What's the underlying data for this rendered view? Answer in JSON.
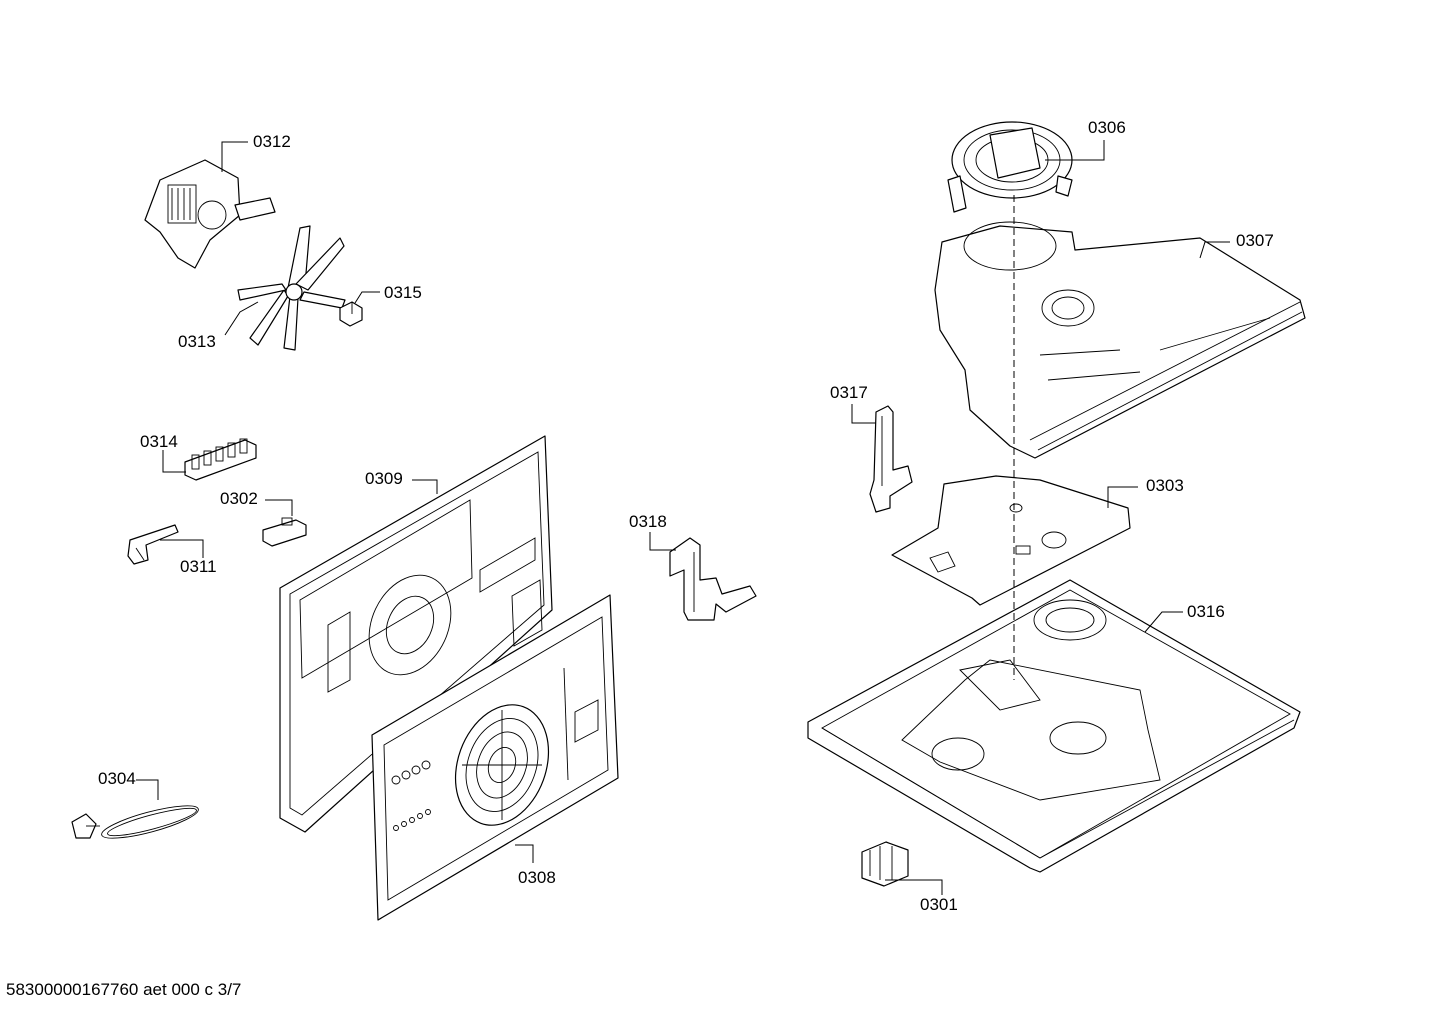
{
  "callouts": {
    "p0301": "0301",
    "p0302": "0302",
    "p0303": "0303",
    "p0304": "0304",
    "p0306": "0306",
    "p0307": "0307",
    "p0308": "0308",
    "p0309": "0309",
    "p0311": "0311",
    "p0312": "0312",
    "p0313": "0313",
    "p0314": "0314",
    "p0315": "0315",
    "p0316": "0316",
    "p0317": "0317",
    "p0318": "0318"
  },
  "footer": {
    "doc_ref": "58300000167760 aet 000 c 3/7"
  }
}
